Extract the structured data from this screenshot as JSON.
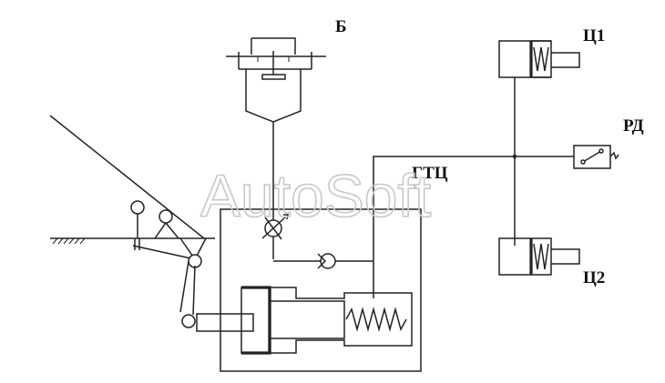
{
  "labels": {
    "booster": "Б",
    "cylinder_1": "Ц1",
    "pressure_switch": "РД",
    "master_cylinder": "ГТЦ",
    "cylinder_2": "Ц2"
  },
  "watermark": "AutoSoft",
  "colors": {
    "line": "#222222",
    "background": "#ffffff",
    "watermark": "#c8c8c8"
  }
}
